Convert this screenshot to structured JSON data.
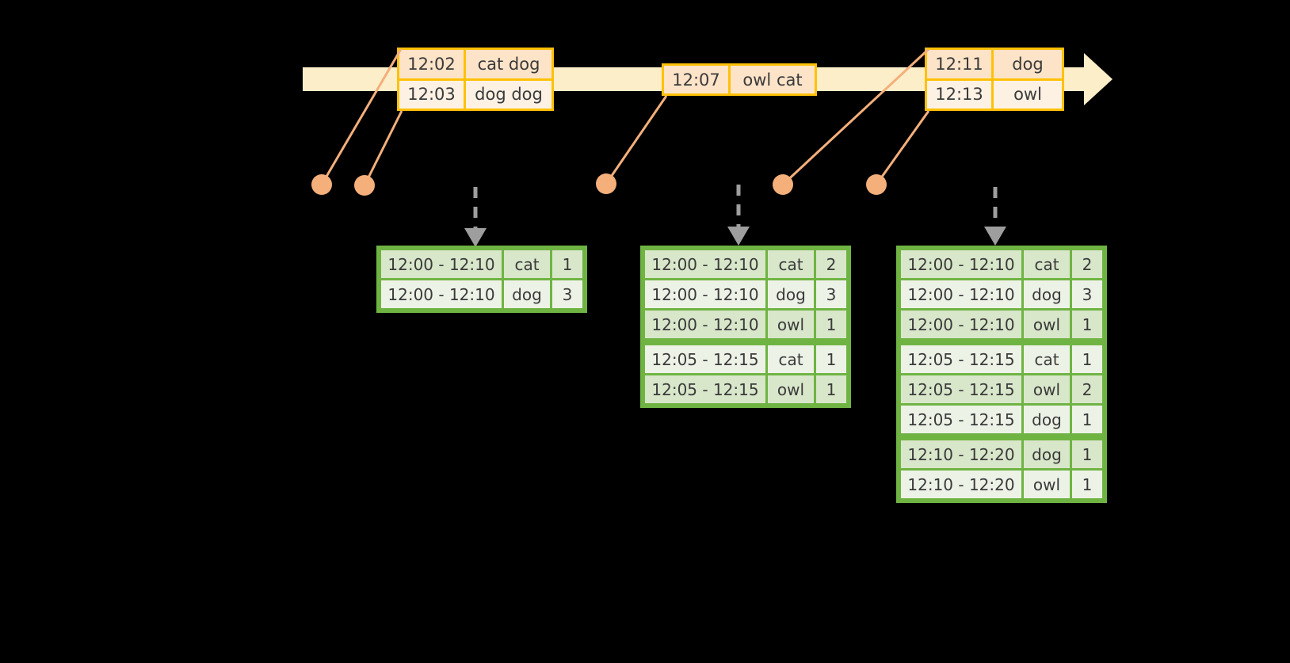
{
  "diagram": {
    "title": "sliding-window-aggregation",
    "colors": {
      "timeline": "#FCEEC9",
      "event_border": "#FFC107",
      "event_fill_dark": "#FDE3C8",
      "event_fill_light": "#FDF1E4",
      "table_border": "#6FB443",
      "table_fill_dark": "#D8E6CA",
      "table_fill_light": "#EDF2E7",
      "dot": "#F4AF7B",
      "arrow": "#9E9E9E",
      "background": "#000000"
    }
  },
  "timeline": {
    "name": "event-time-axis",
    "events": [
      {
        "group": "group-1",
        "rows": [
          {
            "time": "12:02",
            "value": "cat dog"
          },
          {
            "time": "12:03",
            "value": "dog dog"
          }
        ]
      },
      {
        "group": "group-2",
        "rows": [
          {
            "time": "12:07",
            "value": "owl cat"
          }
        ]
      },
      {
        "group": "group-3",
        "rows": [
          {
            "time": "12:11",
            "value": "dog"
          },
          {
            "time": "12:13",
            "value": "owl"
          }
        ]
      }
    ]
  },
  "tables": [
    {
      "name": "result-table-1",
      "rows": [
        {
          "window": "12:00 - 12:10",
          "key": "cat",
          "count": "1"
        },
        {
          "window": "12:00 - 12:10",
          "key": "dog",
          "count": "3"
        }
      ]
    },
    {
      "name": "result-table-2",
      "rows": [
        {
          "window": "12:00 - 12:10",
          "key": "cat",
          "count": "2"
        },
        {
          "window": "12:00 - 12:10",
          "key": "dog",
          "count": "3"
        },
        {
          "window": "12:00 - 12:10",
          "key": "owl",
          "count": "1"
        },
        {
          "window": "12:05 - 12:15",
          "key": "cat",
          "count": "1"
        },
        {
          "window": "12:05 - 12:15",
          "key": "owl",
          "count": "1"
        }
      ]
    },
    {
      "name": "result-table-3",
      "rows": [
        {
          "window": "12:00 - 12:10",
          "key": "cat",
          "count": "2"
        },
        {
          "window": "12:00 - 12:10",
          "key": "dog",
          "count": "3"
        },
        {
          "window": "12:00 - 12:10",
          "key": "owl",
          "count": "1"
        },
        {
          "window": "12:05 - 12:15",
          "key": "cat",
          "count": "1"
        },
        {
          "window": "12:05 - 12:15",
          "key": "owl",
          "count": "2"
        },
        {
          "window": "12:05 - 12:15",
          "key": "dog",
          "count": "1"
        },
        {
          "window": "12:10 - 12:20",
          "key": "dog",
          "count": "1"
        },
        {
          "window": "12:10 - 12:20",
          "key": "owl",
          "count": "1"
        }
      ]
    }
  ]
}
